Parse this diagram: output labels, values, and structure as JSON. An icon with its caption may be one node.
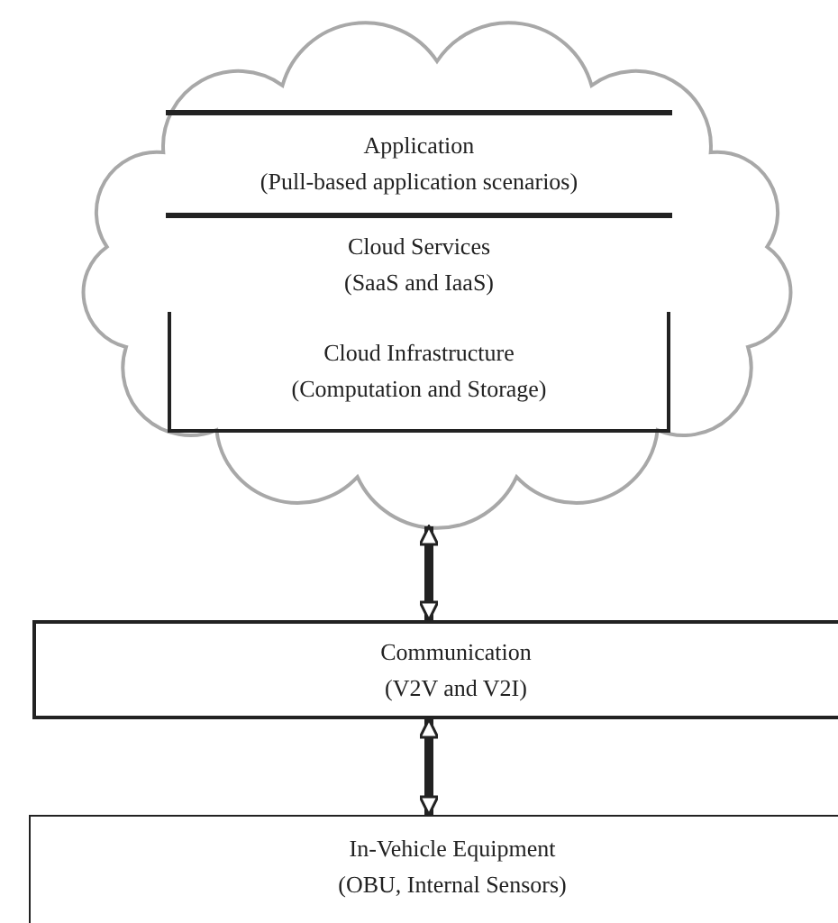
{
  "diagram": {
    "nodes": [
      {
        "text": [],
        "shape": "cloud"
      },
      {
        "text": [
          "Application",
          "(Pull-based application scenarios)"
        ],
        "in": 0
      },
      {
        "text": [
          "Cloud Services",
          "(SaaS and IaaS)"
        ],
        "in": 0
      },
      {
        "text": [
          "Cloud Infrastructure",
          "(Computation and Storage)"
        ],
        "in": 0
      },
      {
        "text": [
          "Communication",
          "(V2V and V2I)"
        ]
      },
      {
        "text": [
          "In-Vehicle Equipment",
          "(OBU, Internal Sensors)"
        ]
      }
    ],
    "edges": [
      {
        "from": 0,
        "to": 4,
        "arrow": "both"
      },
      {
        "from": 4,
        "to": 5,
        "arrow": "both"
      }
    ]
  }
}
